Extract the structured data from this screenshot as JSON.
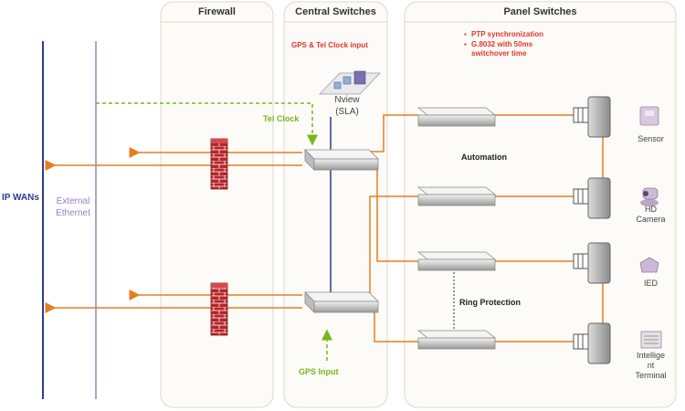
{
  "columns": {
    "firewall": "Firewall",
    "central": "Central Switches",
    "panel": "Panel Switches"
  },
  "left_labels": {
    "ip_wans": "IP WANs",
    "external_ethernet_1": "External",
    "external_ethernet_2": "Ethernet"
  },
  "annotations": {
    "gps_tel_clock_input": "GPS & Tel Clock input",
    "tel_clock": "Tel Clock",
    "gps_input": "GPS Input",
    "ptp": "PTP synchronization",
    "g8032": "G.8032 with 50ms switchover time",
    "automation": "Automation",
    "ring_protection": "Ring  Protection"
  },
  "nview": {
    "name": "Nview",
    "sub": "(SLA)"
  },
  "devices": {
    "sensor": "Sensor",
    "camera_1": "HD",
    "camera_2": "Camera",
    "ied": "IED",
    "terminal_1": "Intellige",
    "terminal_2": "nt",
    "terminal_3": "Terminal"
  },
  "colors": {
    "link": "#e67e22",
    "wan": "#2c3e91",
    "ethernet": "#b49fd3",
    "clock": "#7ab51d",
    "firewall": "#b5262a",
    "note": "#e0352b"
  }
}
